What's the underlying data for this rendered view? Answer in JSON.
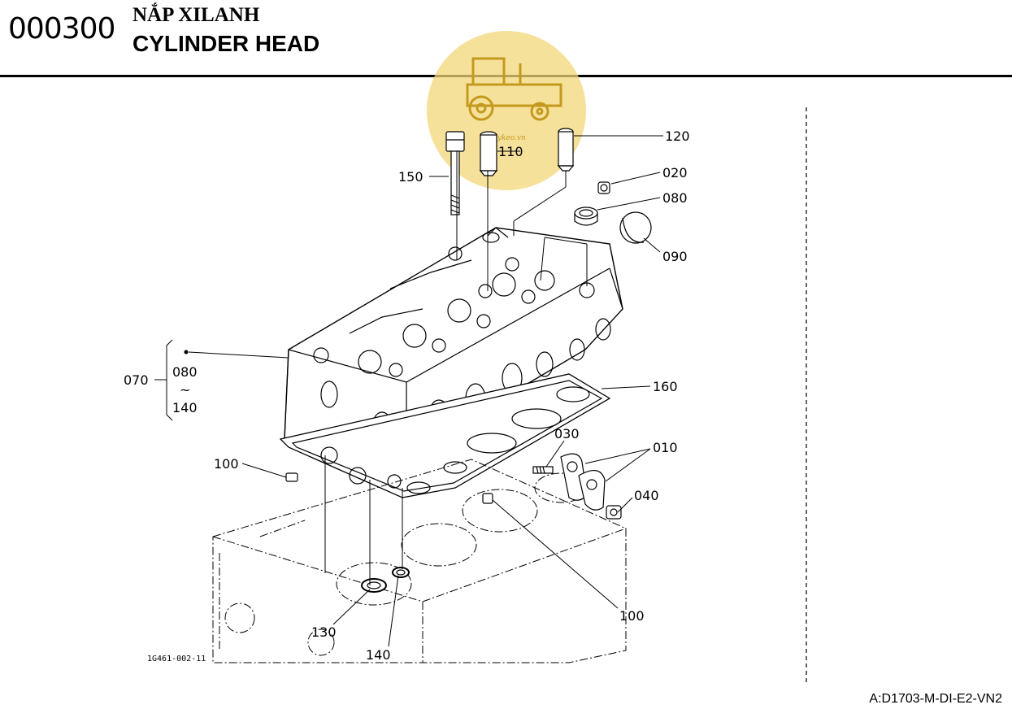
{
  "header": {
    "code": "000300",
    "title_vn": "NẮP XILANH",
    "title_en": "CYLINDER HEAD"
  },
  "watermark": {
    "icon": "tractor-icon",
    "text": "maykeo.vn",
    "color": "#f3d77a"
  },
  "figure_id": "1G461-002-11",
  "footer_code": "A:D1703-M-DI-E2-VN2",
  "callouts": {
    "p120": "120",
    "p110": "110",
    "p150": "150",
    "p020": "020",
    "p080a": "080",
    "p090": "090",
    "p070": "070",
    "p080b": "080",
    "tilde": "~",
    "p140a": "140",
    "p160": "160",
    "p030": "030",
    "p010": "010",
    "p100a": "100",
    "p040": "040",
    "p100b": "100",
    "p130": "130",
    "p140b": "140"
  }
}
